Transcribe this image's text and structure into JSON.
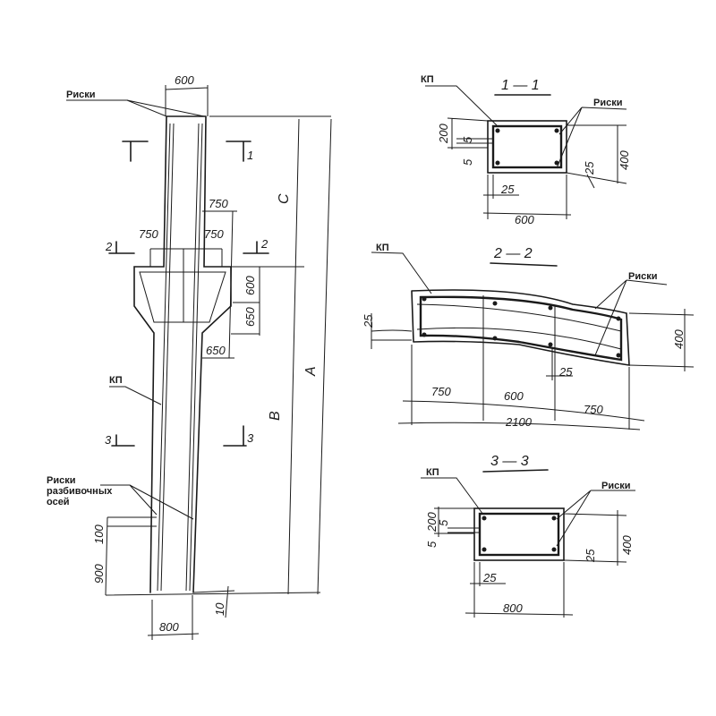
{
  "elevation": {
    "marks_label": "Риски",
    "top_width": "600",
    "section_1": "1",
    "section_2_left": "2",
    "section_2_right": "2",
    "section_3_left": "3",
    "section_3_right": "3",
    "dim_750_right": "750",
    "dim_750_left": "750",
    "dim_750_mid": "750",
    "dim_600": "600",
    "dim_650_v": "650",
    "dim_650_h": "650",
    "dim_C": "C",
    "dim_A": "A",
    "dim_B": "B",
    "kp_label": "КП",
    "axis_marks_line1": "Риски",
    "axis_marks_line2": "разбивочных",
    "axis_marks_line3": "осей",
    "dim_100": "100",
    "dim_900": "900",
    "dim_10": "10",
    "bottom_width": "800"
  },
  "section_1": {
    "title": "1 — 1",
    "kp_label": "КП",
    "marks_label": "Риски",
    "dim_200": "200",
    "dim_5a": "5",
    "dim_5b": "5",
    "dim_25_side": "25",
    "dim_400": "400",
    "dim_25_bottom": "25",
    "width": "600"
  },
  "section_2": {
    "title": "2 — 2",
    "kp_label": "КП",
    "marks_label": "Риски",
    "dim_25_left": "25",
    "dim_400": "400",
    "dim_25_bottom": "25",
    "dim_750_left": "750",
    "dim_600": "600",
    "dim_750_right": "750",
    "total": "2100"
  },
  "section_3": {
    "title": "3 — 3",
    "kp_label": "КП",
    "marks_label": "Риски",
    "dim_200": "200",
    "dim_5a": "5",
    "dim_5b": "5",
    "dim_25_side": "25",
    "dim_400": "400",
    "dim_25_bottom": "25",
    "width": "800"
  }
}
